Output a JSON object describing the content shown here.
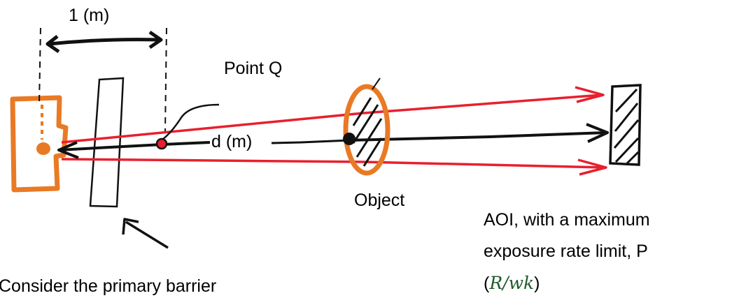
{
  "labels": {
    "distance_one": "1 (m)",
    "point_q": "Point Q",
    "distance_d": "d (m)",
    "object": "Object",
    "barrier_note": "Consider the primary barrier",
    "aoi_line1": "AOI, with a maximum",
    "aoi_line2": "exposure rate limit, P",
    "aoi_unit_open": "(",
    "aoi_unit_math": "R/wk",
    "aoi_unit_close": ")"
  },
  "colors": {
    "source": "#e97a25",
    "beam": "#e8202e",
    "ink": "#111111",
    "math": "#1f5a2a"
  }
}
